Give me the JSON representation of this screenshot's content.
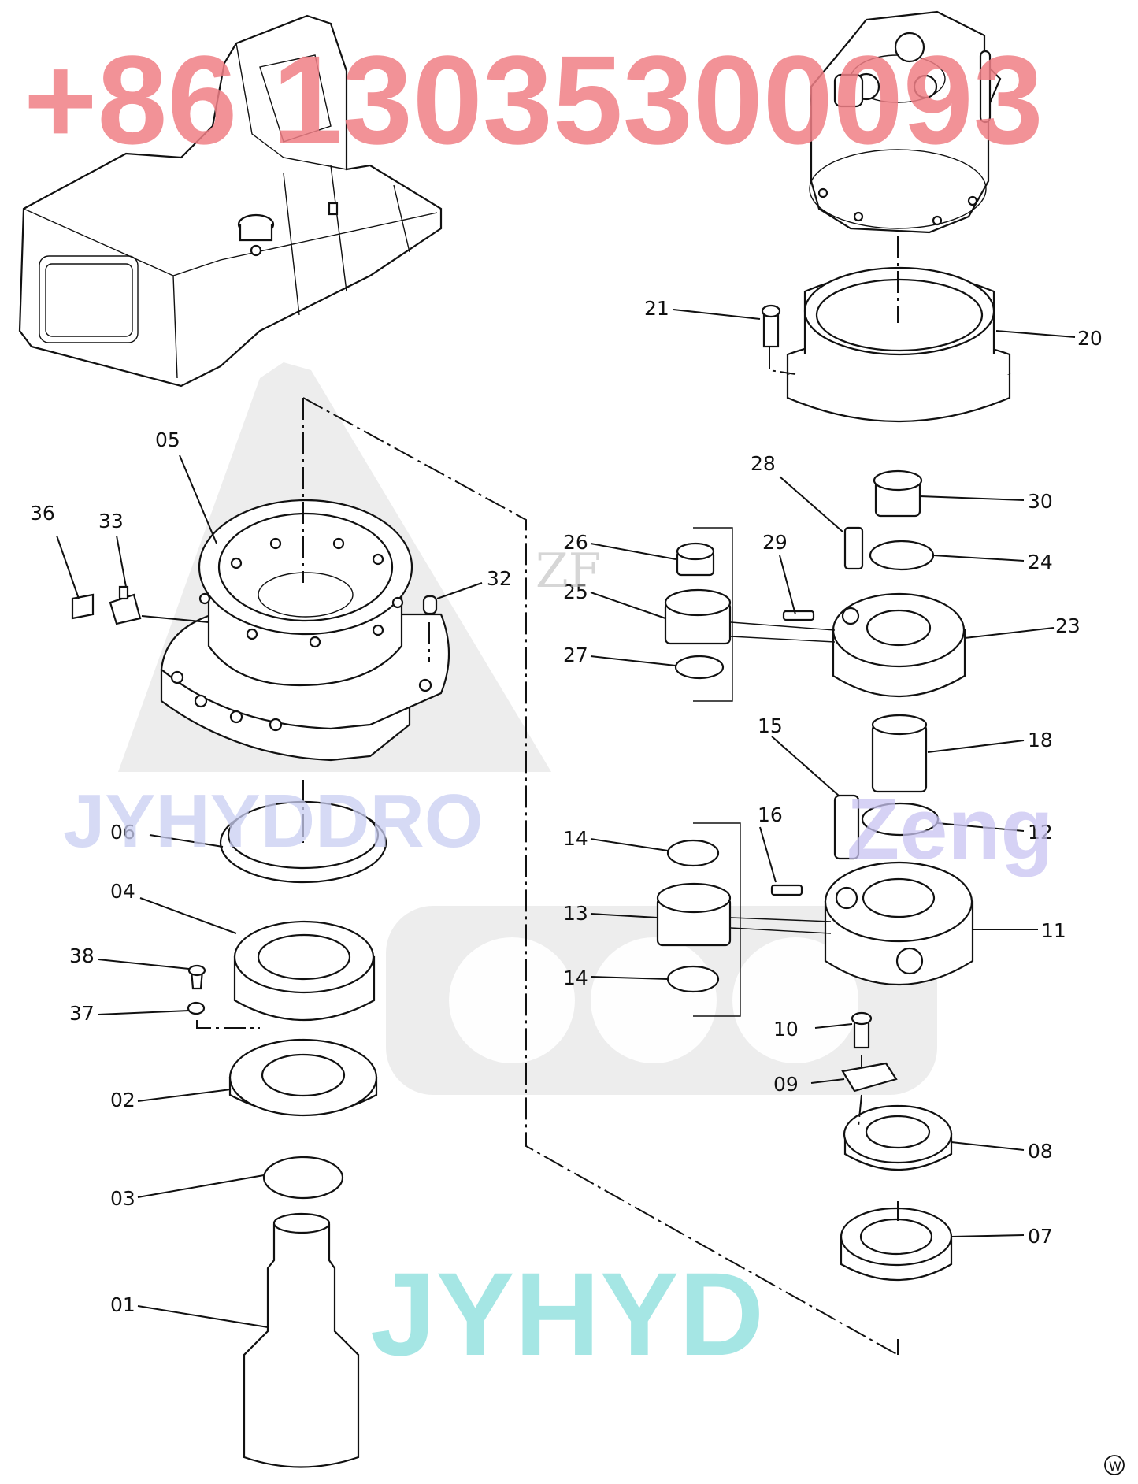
{
  "watermarks": {
    "phone": "+86 13035300093",
    "brand_blue": "JYHYDDRO",
    "brand_zeng": "Zeng",
    "brand_teal": "JYHYD",
    "brand_zf": "ZF"
  },
  "corner_mark": "W",
  "part_labels": {
    "p01": "01",
    "p02": "02",
    "p03": "03",
    "p04": "04",
    "p05": "05",
    "p06": "06",
    "p07": "07",
    "p08": "08",
    "p09": "09",
    "p10": "10",
    "p11": "11",
    "p12": "12",
    "p13": "13",
    "p14a": "14",
    "p14b": "14",
    "p15": "15",
    "p16": "16",
    "p18": "18",
    "p20": "20",
    "p21": "21",
    "p23": "23",
    "p24": "24",
    "p25": "25",
    "p26": "26",
    "p27": "27",
    "p28": "28",
    "p29": "29",
    "p30": "30",
    "p32": "32",
    "p33": "33",
    "p36": "36",
    "p37": "37",
    "p38": "38"
  },
  "colors": {
    "phone_watermark": "#f07f86",
    "blue_watermark": "#c9cef2",
    "teal_watermark": "#7fdcd9",
    "logo_gray": "#dedede"
  }
}
